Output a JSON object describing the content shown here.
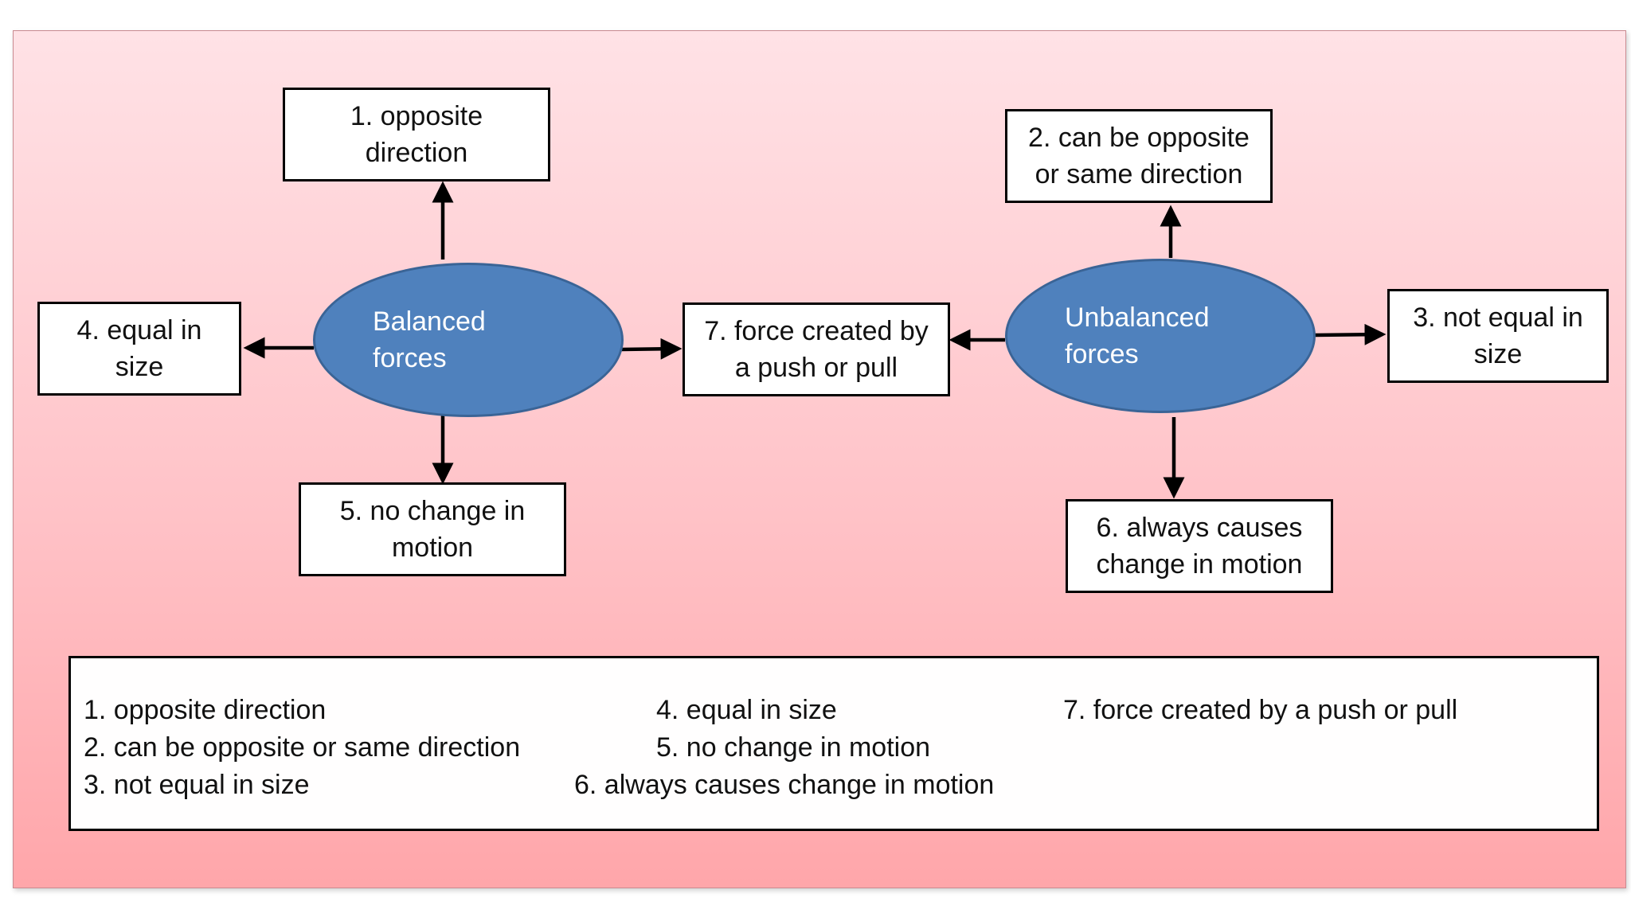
{
  "diagram": {
    "balanced": {
      "label": "Balanced\nforces"
    },
    "unbalanced": {
      "label": "Unbalanced\nforces"
    },
    "boxes": {
      "b1": "1. opposite\ndirection",
      "b2": "2. can be opposite\nor same direction",
      "b3": "3. not equal in\nsize",
      "b4": "4. equal in\nsize",
      "b5": "5. no change in\nmotion",
      "b6": "6. always causes\nchange in motion",
      "b7": "7. force created by\na push or pull"
    }
  },
  "legend": {
    "items": [
      "1. opposite direction",
      "2. can be opposite or same direction",
      "3. not equal in size",
      "4. equal in size",
      "5. no change in motion",
      "6. always causes change in motion",
      "7. force created by a push or pull"
    ]
  },
  "colors": {
    "ellipse_fill": "#4f81bd",
    "background_top": "#ffe2e6",
    "background_bottom": "#ffa6aa"
  }
}
